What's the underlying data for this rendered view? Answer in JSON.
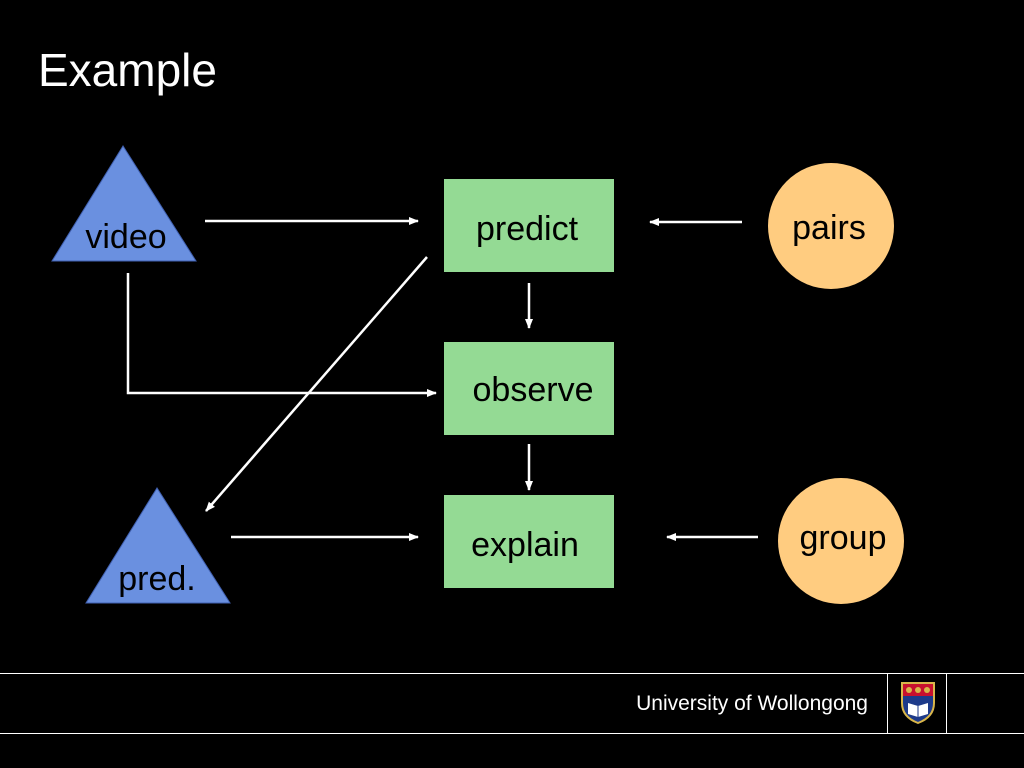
{
  "slide": {
    "title": "Example",
    "footer": {
      "text": "University of Wollongong",
      "logo": "university-crest-icon"
    }
  },
  "diagram": {
    "nodes": {
      "video": {
        "label": "video",
        "shape": "triangle",
        "color": "#6a90e0"
      },
      "pred": {
        "label": "pred.",
        "shape": "triangle",
        "color": "#6a90e0"
      },
      "predict": {
        "label": "predict",
        "shape": "rectangle",
        "color": "#94da94"
      },
      "observe": {
        "label": "observe",
        "shape": "rectangle",
        "color": "#94da94"
      },
      "explain": {
        "label": "explain",
        "shape": "rectangle",
        "color": "#94da94"
      },
      "pairs": {
        "label": "pairs",
        "shape": "circle",
        "color": "#ffcc80"
      },
      "group": {
        "label": "group",
        "shape": "circle",
        "color": "#ffcc80"
      }
    },
    "edges": [
      {
        "from": "video",
        "to": "predict"
      },
      {
        "from": "video",
        "to": "observe"
      },
      {
        "from": "predict",
        "to": "pred"
      },
      {
        "from": "pairs",
        "to": "predict"
      },
      {
        "from": "predict",
        "to": "observe"
      },
      {
        "from": "observe",
        "to": "explain"
      },
      {
        "from": "pred",
        "to": "explain"
      },
      {
        "from": "group",
        "to": "explain"
      }
    ],
    "arrow_color": "#ffffff"
  }
}
